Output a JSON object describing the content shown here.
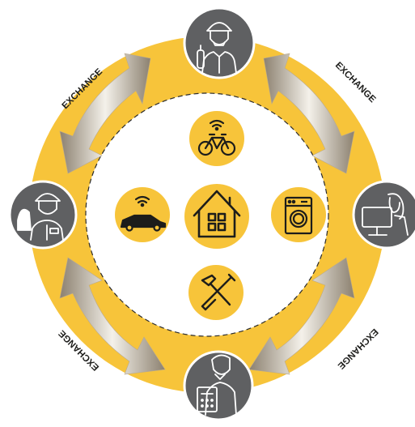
{
  "diagram": {
    "exchange_labels": [
      "EXCHANGE",
      "EXCHANGE",
      "EXCHANGE",
      "EXCHANGE"
    ],
    "colors": {
      "ring": "#F7C43A",
      "ring_edge": "#E8B22A",
      "node": "#5F6062",
      "node_border": "#FFFFFF",
      "icon_circle": "#F7C43A",
      "icon_stroke": "#1D1D1B",
      "arrow_dark": "#8C8170",
      "arrow_light": "#F4F1EA",
      "label": "#1D1D1B"
    },
    "people": [
      {
        "role": "mechanic",
        "icon": "worker-with-tools-icon"
      },
      {
        "role": "office-worker",
        "icon": "woman-at-computer-icon"
      },
      {
        "role": "accountant",
        "icon": "man-with-calculator-icon"
      },
      {
        "role": "engineer",
        "icon": "worker-with-helmet-icon"
      }
    ],
    "shared_items": [
      {
        "icon": "house-icon"
      },
      {
        "icon": "connected-bicycle-icon"
      },
      {
        "icon": "connected-car-icon"
      },
      {
        "icon": "washing-machine-icon"
      },
      {
        "icon": "hammer-screwdriver-icon"
      }
    ]
  }
}
